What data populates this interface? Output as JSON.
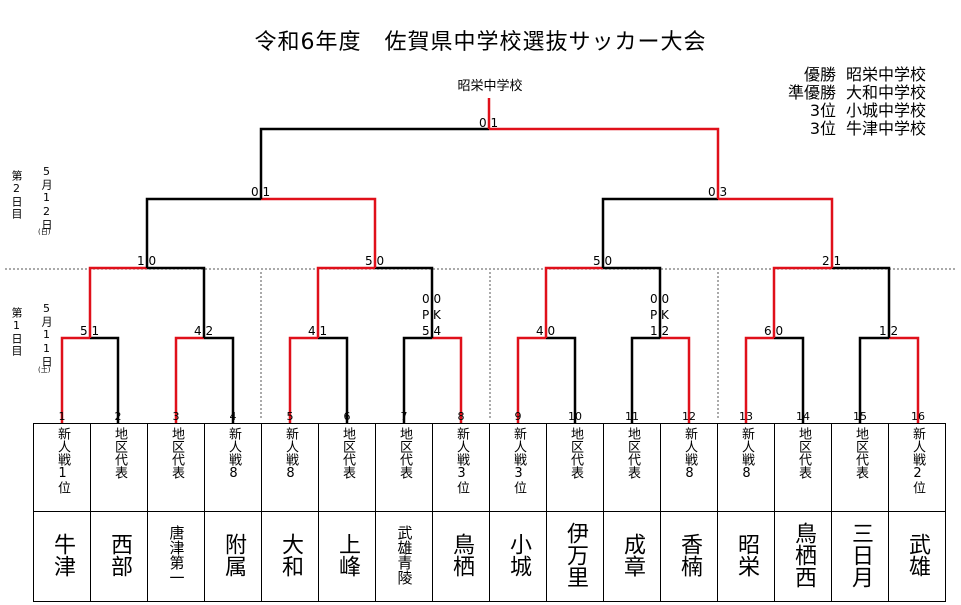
{
  "title": "令和6年度　佐賀県中学校選抜サッカー大会",
  "results": [
    {
      "rank": "優勝",
      "team": "昭栄中学校"
    },
    {
      "rank": "準優勝",
      "team": "大和中学校"
    },
    {
      "rank": "3位",
      "team": "小城中学校"
    },
    {
      "rank": "3位",
      "team": "牛津中学校"
    }
  ],
  "champion_label": "昭栄中学校",
  "day2": {
    "label": "第2日目",
    "date": "5月12日",
    "weekday": "(日)"
  },
  "day1": {
    "label": "第1日目",
    "date": "5月11日",
    "weekday": "(土)"
  },
  "scores": {
    "final": "0 1",
    "sf_left": "0 1",
    "sf_right": "0 3",
    "qf1": "1 0",
    "qf2": "5 0",
    "qf3": "5 0",
    "qf4": "2 1",
    "r1_1": "5 1",
    "r1_2": "4 2",
    "r1_3": "4 1",
    "r1_4_a": "0 0",
    "r1_4_b": "P K",
    "r1_4_c": "5 4",
    "r1_5": "4 0",
    "r1_6_a": "0 0",
    "r1_6_b": "P K",
    "r1_6_c": "1 2",
    "r1_7": "6 0",
    "r1_8": "1 2"
  },
  "teams": [
    {
      "num": "1",
      "qual": "新人戦1位",
      "name": "牛津"
    },
    {
      "num": "2",
      "qual": "地区代表",
      "name": "西部"
    },
    {
      "num": "3",
      "qual": "地区代表",
      "name": "唐津第一"
    },
    {
      "num": "4",
      "qual": "新人戦8",
      "name": "附属"
    },
    {
      "num": "5",
      "qual": "新人戦8",
      "name": "大和"
    },
    {
      "num": "6",
      "qual": "地区代表",
      "name": "上峰"
    },
    {
      "num": "7",
      "qual": "地区代表",
      "name": "武雄青陵"
    },
    {
      "num": "8",
      "qual": "新人戦3位",
      "name": "鳥栖"
    },
    {
      "num": "9",
      "qual": "新人戦3位",
      "name": "小城"
    },
    {
      "num": "10",
      "qual": "地区代表",
      "name": "伊万里"
    },
    {
      "num": "11",
      "qual": "地区代表",
      "name": "成章"
    },
    {
      "num": "12",
      "qual": "新人戦8",
      "name": "香楠"
    },
    {
      "num": "13",
      "qual": "新人戦8",
      "name": "昭栄"
    },
    {
      "num": "14",
      "qual": "地区代表",
      "name": "鳥栖西"
    },
    {
      "num": "15",
      "qual": "地区代表",
      "name": "三日月"
    },
    {
      "num": "16",
      "qual": "新人戦2位",
      "name": "武雄"
    }
  ],
  "colors": {
    "winner_line": "#e0101a",
    "loser_line": "#000000",
    "divider": "#555555"
  }
}
